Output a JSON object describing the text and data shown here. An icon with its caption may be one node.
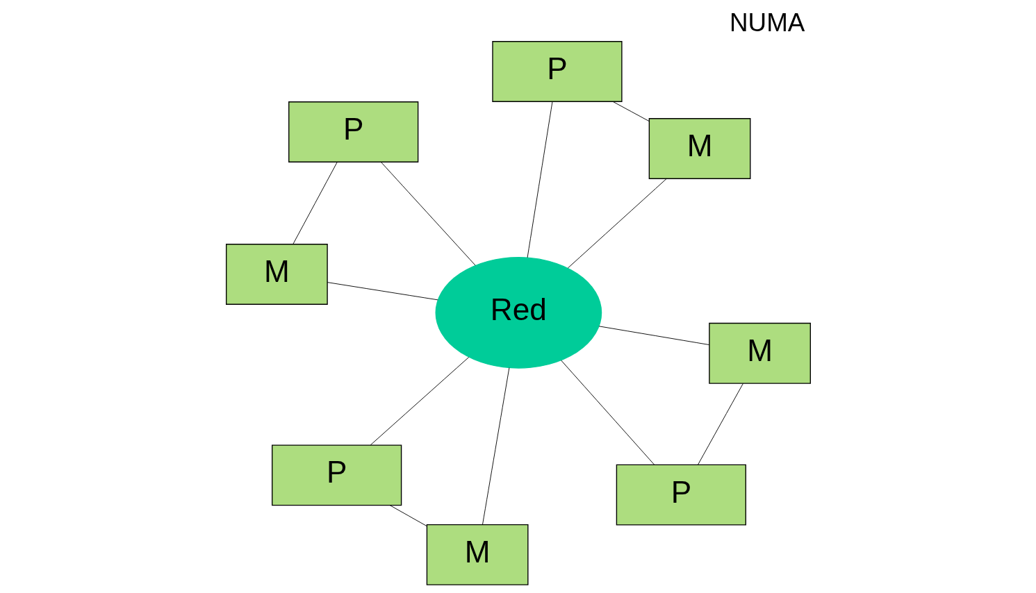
{
  "diagram": {
    "title": "NUMA",
    "nodes": [
      {
        "text": [
          "P"
        ]
      },
      {
        "text": [
          "M"
        ]
      },
      {
        "text": [
          "M"
        ]
      },
      {
        "text": [
          "P"
        ]
      },
      {
        "text": [
          "Red"
        ]
      },
      {
        "text": [
          "P"
        ]
      },
      {
        "text": [
          "M"
        ]
      },
      {
        "text": [
          "M"
        ]
      },
      {
        "text": [
          "P"
        ]
      }
    ],
    "edges": [
      {
        "from": 0,
        "to": 1,
        "arrow": "none"
      },
      {
        "from": 0,
        "to": 4,
        "arrow": "none"
      },
      {
        "from": 1,
        "to": 4,
        "arrow": "none"
      },
      {
        "from": 2,
        "to": 3,
        "arrow": "none"
      },
      {
        "from": 2,
        "to": 4,
        "arrow": "none"
      },
      {
        "from": 3,
        "to": 4,
        "arrow": "none"
      },
      {
        "from": 4,
        "to": 5,
        "arrow": "none"
      },
      {
        "from": 5,
        "to": 6,
        "arrow": "none"
      },
      {
        "from": 4,
        "to": 6,
        "arrow": "none"
      },
      {
        "from": 4,
        "to": 7,
        "arrow": "none"
      },
      {
        "from": 4,
        "to": 8,
        "arrow": "none"
      },
      {
        "from": 7,
        "to": 8,
        "arrow": "none"
      }
    ]
  }
}
